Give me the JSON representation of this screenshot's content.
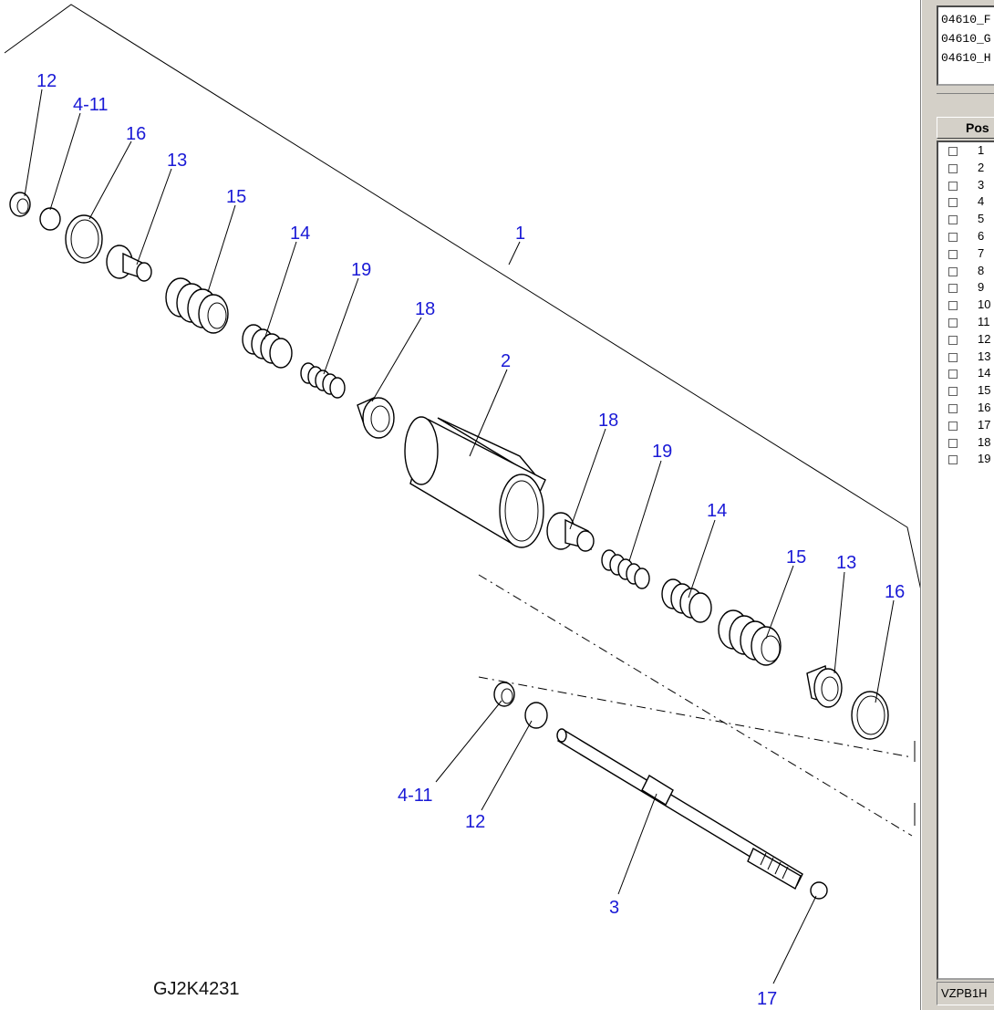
{
  "diagram": {
    "drawing_code": "GJ2K4231",
    "callouts": [
      "12",
      "4-11",
      "16",
      "13",
      "15",
      "14",
      "19",
      "18",
      "1",
      "2",
      "18",
      "19",
      "14",
      "15",
      "13",
      "16",
      "4-11",
      "12",
      "3",
      "17"
    ]
  },
  "side_panel": {
    "variants": [
      "04610_F",
      "04610_G",
      "04610_H"
    ],
    "column_header": "Pos",
    "rows": [
      "1",
      "2",
      "3",
      "4",
      "5",
      "6",
      "7",
      "8",
      "9",
      "10",
      "11",
      "12",
      "13",
      "14",
      "15",
      "16",
      "17",
      "18",
      "19"
    ],
    "status_text": "VZPB1H"
  }
}
